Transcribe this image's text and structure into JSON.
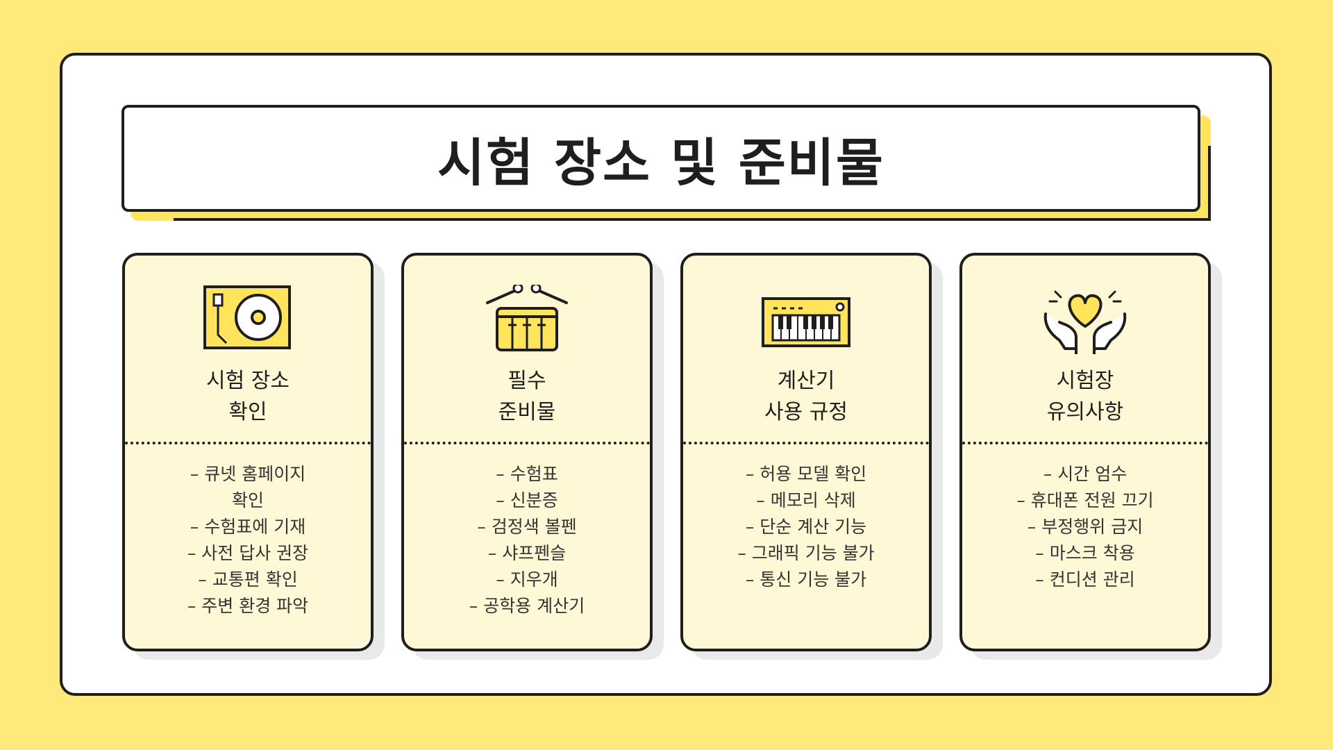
{
  "page": {
    "title": "시험 장소 및 준비물",
    "colors": {
      "background": "#FFE97A",
      "accent": "#FFE45C",
      "card_fill": "#FFF8D6",
      "outline": "#1e1e1e"
    }
  },
  "cards": [
    {
      "icon": "turntable-icon",
      "title_lines": [
        "시험 장소",
        "확인"
      ],
      "items": [
        "– 큐넷 홈페이지",
        "확인",
        "– 수험표에 기재",
        "– 사전 답사 권장",
        "– 교통편 확인",
        "– 주변 환경 파악"
      ]
    },
    {
      "icon": "drum-icon",
      "title_lines": [
        "필수",
        "준비물"
      ],
      "items": [
        "– 수험표",
        "– 신분증",
        "– 검정색 볼펜",
        "– 샤프펜슬",
        "– 지우개",
        "– 공학용 계산기"
      ]
    },
    {
      "icon": "keyboard-icon",
      "title_lines": [
        "계산기",
        "사용 규정"
      ],
      "items": [
        "– 허용 모델 확인",
        "– 메모리 삭제",
        "– 단순 계산 기능",
        "– 그래픽 기능 불가",
        "– 통신 기능 불가"
      ]
    },
    {
      "icon": "heart-hands-icon",
      "title_lines": [
        "시험장",
        "유의사항"
      ],
      "items": [
        "– 시간 엄수",
        "– 휴대폰 전원 끄기",
        "– 부정행위 금지",
        "– 마스크 착용",
        "– 컨디션 관리"
      ]
    }
  ]
}
